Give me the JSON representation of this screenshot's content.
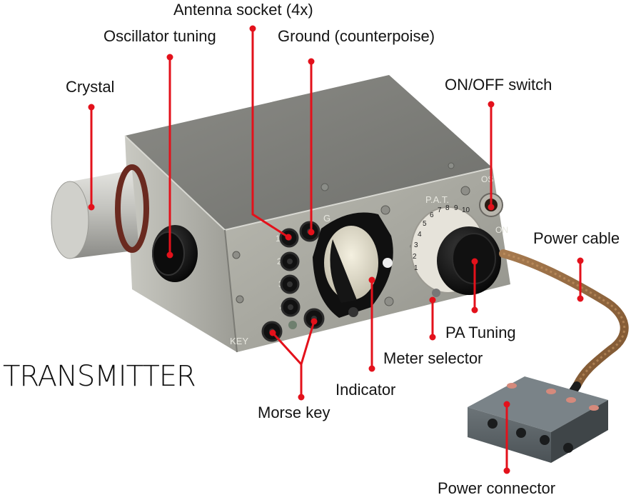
{
  "title": "TRANSMITTER",
  "accent_color": "#e3111b",
  "labels": {
    "antenna_socket": "Antenna socket (4x)",
    "oscillator_tuning": "Oscillator tuning",
    "ground": "Ground (counterpoise)",
    "crystal": "Crystal",
    "on_off_switch": "ON/OFF switch",
    "power_cable": "Power cable",
    "pa_tuning": "PA Tuning",
    "meter_selector": "Meter selector",
    "indicator": "Indicator",
    "morse_key": "Morse key",
    "power_connector": "Power connector"
  },
  "panel_text": {
    "socket_numbers": [
      "1",
      "2",
      "3",
      "4"
    ],
    "key": "KEY",
    "ground_mark": "G",
    "pat": "P.A.T.",
    "on": "ON",
    "switch_mark": "OS",
    "dial_numbers": [
      "1",
      "2",
      "3",
      "4",
      "5",
      "6",
      "7",
      "8",
      "9",
      "10"
    ]
  }
}
